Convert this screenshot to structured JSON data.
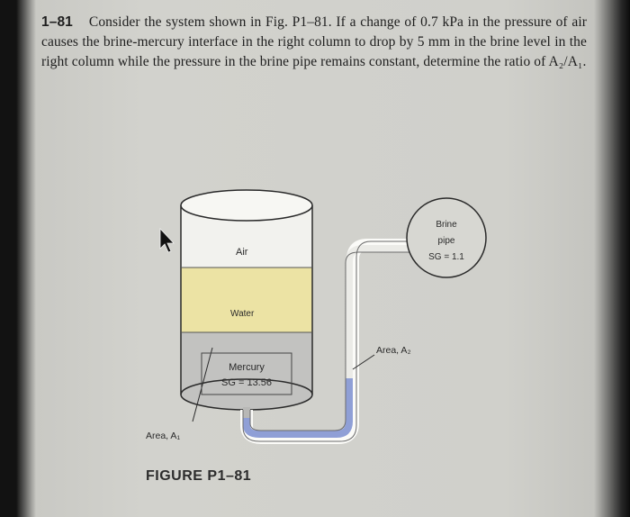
{
  "problem": {
    "number": "1–81",
    "text": "Consider the system shown in Fig. P1–81. If a change of 0.7 kPa in the pressure of air causes the brine-mercury interface in the right column to drop by 5 mm in the brine level in the right column while the pressure in the brine pipe remains constant, determine the ratio of A₂/A₁."
  },
  "figure": {
    "caption": "FIGURE P1–81",
    "labels": {
      "air": "Air",
      "water": "Water",
      "mercury_line1": "Mercury",
      "mercury_line2": "SG = 13.56",
      "brine_line1": "Brine",
      "brine_line2": "pipe",
      "brine_line3": "SG = 1.1",
      "area_a2": "Area, A₂",
      "area_a1": "Area, A₁"
    },
    "colors": {
      "air": "#f2f2ee",
      "water": "#ece3a4",
      "mercury": "#c2c2c0",
      "brine_tube": "#8f9fd6",
      "tube_outline": "#f0f0ec"
    }
  }
}
